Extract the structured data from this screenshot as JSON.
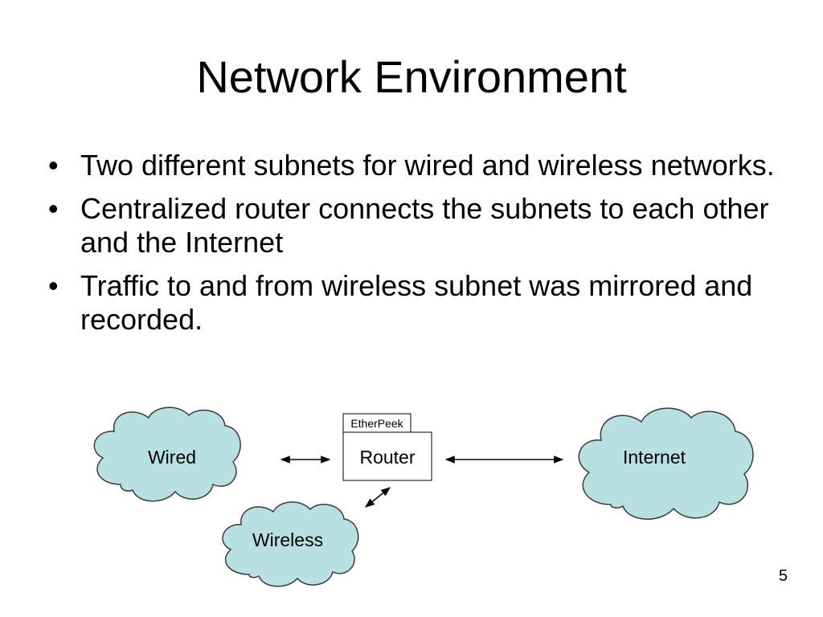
{
  "slide": {
    "title": "Network Environment",
    "bullets": [
      "Two different subnets for wired and wireless networks.",
      "Centralized router connects the subnets to each other and the Internet",
      "Traffic to and from wireless subnet was mirrored and recorded."
    ],
    "page_number": "5"
  },
  "diagram": {
    "clouds": {
      "wired": "Wired",
      "internet": "Internet",
      "wireless": "Wireless"
    },
    "router_label": "Router",
    "monitor_label": "EtherPeek",
    "cloud_fill": "#b8dfe2"
  }
}
